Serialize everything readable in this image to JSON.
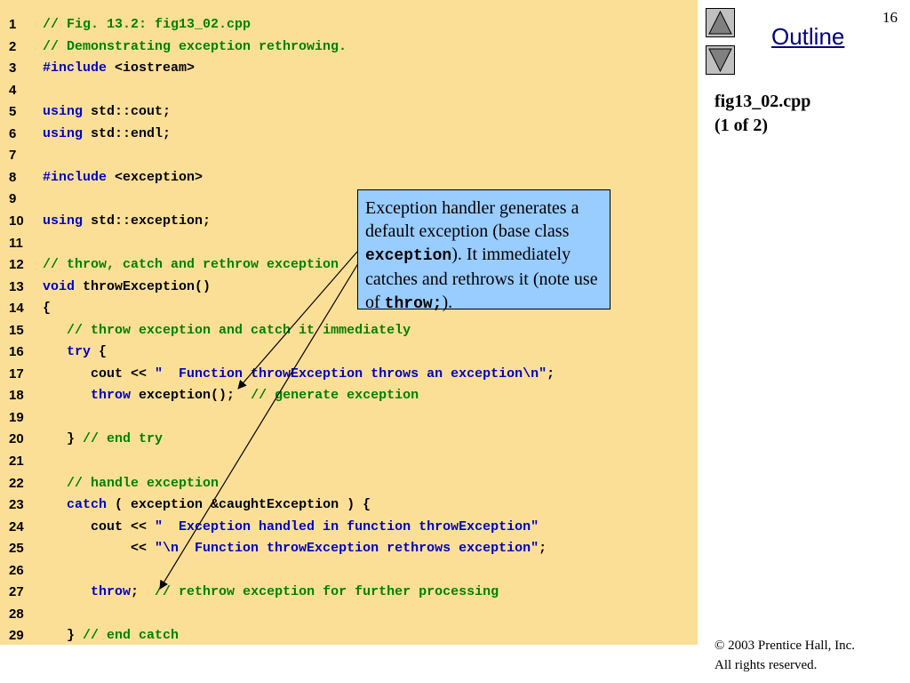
{
  "page_number": "16",
  "outline_label": "Outline",
  "file_title": "fig13_02.cpp",
  "file_part": "(1 of 2)",
  "nav": {
    "up_icon": "triangle-up-icon",
    "down_icon": "triangle-down-icon"
  },
  "colors": {
    "code_bg": "#fbdf97",
    "callout_bg": "#99ccff",
    "comment": "#008000",
    "keyword": "#0000c0",
    "link": "#000080"
  },
  "callout": {
    "t1": "Exception handler generates a default exception (base class ",
    "m1": "exception",
    "t2": "). It immediately catches and rethrows it (note use of ",
    "m2": "throw;",
    "t3": ")."
  },
  "footer": {
    "copyright": "© 2003 Prentice Hall, Inc.",
    "rights": "All rights reserved."
  },
  "code": [
    {
      "n": "1",
      "s": [
        {
          "t": "// Fig. 13.2: fig13_02.cpp",
          "c": "cm"
        }
      ]
    },
    {
      "n": "2",
      "s": [
        {
          "t": "// Demonstrating exception rethrowing.",
          "c": "cm"
        }
      ]
    },
    {
      "n": "3",
      "s": [
        {
          "t": "#include",
          "c": "kw"
        },
        {
          "t": " <iostream>",
          "c": "pl"
        }
      ]
    },
    {
      "n": "4",
      "s": []
    },
    {
      "n": "5",
      "s": [
        {
          "t": "using",
          "c": "kw"
        },
        {
          "t": " std::cout;",
          "c": "pl"
        }
      ]
    },
    {
      "n": "6",
      "s": [
        {
          "t": "using",
          "c": "kw"
        },
        {
          "t": " std::endl;",
          "c": "pl"
        }
      ]
    },
    {
      "n": "7",
      "s": []
    },
    {
      "n": "8",
      "s": [
        {
          "t": "#include",
          "c": "kw"
        },
        {
          "t": " <exception>",
          "c": "pl"
        }
      ]
    },
    {
      "n": "9",
      "s": []
    },
    {
      "n": "10",
      "s": [
        {
          "t": "using",
          "c": "kw"
        },
        {
          "t": " std::exception;",
          "c": "pl"
        }
      ]
    },
    {
      "n": "11",
      "s": []
    },
    {
      "n": "12",
      "s": [
        {
          "t": "// throw, catch and rethrow exception",
          "c": "cm"
        }
      ]
    },
    {
      "n": "13",
      "s": [
        {
          "t": "void",
          "c": "kw"
        },
        {
          "t": " throwException()",
          "c": "pl"
        }
      ]
    },
    {
      "n": "14",
      "s": [
        {
          "t": "{",
          "c": "pl"
        }
      ]
    },
    {
      "n": "15",
      "s": [
        {
          "t": "   ",
          "c": "pl"
        },
        {
          "t": "// throw exception and catch it immediately",
          "c": "cm"
        }
      ]
    },
    {
      "n": "16",
      "s": [
        {
          "t": "   ",
          "c": "pl"
        },
        {
          "t": "try",
          "c": "kw"
        },
        {
          "t": " {",
          "c": "pl"
        }
      ]
    },
    {
      "n": "17",
      "s": [
        {
          "t": "      cout << ",
          "c": "pl"
        },
        {
          "t": "\"  Function throwException throws an exception\\n\"",
          "c": "st"
        },
        {
          "t": ";",
          "c": "pl"
        }
      ]
    },
    {
      "n": "18",
      "s": [
        {
          "t": "      ",
          "c": "pl"
        },
        {
          "t": "throw",
          "c": "kw"
        },
        {
          "t": " exception();  ",
          "c": "pl"
        },
        {
          "t": "// generate exception",
          "c": "cm"
        }
      ]
    },
    {
      "n": "19",
      "s": []
    },
    {
      "n": "20",
      "s": [
        {
          "t": "   } ",
          "c": "pl"
        },
        {
          "t": "// end try",
          "c": "cm"
        }
      ]
    },
    {
      "n": "21",
      "s": []
    },
    {
      "n": "22",
      "s": [
        {
          "t": "   ",
          "c": "pl"
        },
        {
          "t": "// handle exception",
          "c": "cm"
        }
      ]
    },
    {
      "n": "23",
      "s": [
        {
          "t": "   ",
          "c": "pl"
        },
        {
          "t": "catch",
          "c": "kw"
        },
        {
          "t": " ( exception &caughtException ) {",
          "c": "pl"
        }
      ]
    },
    {
      "n": "24",
      "s": [
        {
          "t": "      cout << ",
          "c": "pl"
        },
        {
          "t": "\"  Exception handled in function throwException\"",
          "c": "st"
        }
      ]
    },
    {
      "n": "25",
      "s": [
        {
          "t": "           << ",
          "c": "pl"
        },
        {
          "t": "\"\\n  Function throwException rethrows exception\"",
          "c": "st"
        },
        {
          "t": ";",
          "c": "pl"
        }
      ]
    },
    {
      "n": "26",
      "s": []
    },
    {
      "n": "27",
      "s": [
        {
          "t": "      ",
          "c": "pl"
        },
        {
          "t": "throw",
          "c": "kw"
        },
        {
          "t": ";  ",
          "c": "pl"
        },
        {
          "t": "// rethrow exception for further processing",
          "c": "cm"
        }
      ]
    },
    {
      "n": "28",
      "s": []
    },
    {
      "n": "29",
      "s": [
        {
          "t": "   } ",
          "c": "pl"
        },
        {
          "t": "// end catch",
          "c": "cm"
        }
      ]
    }
  ]
}
